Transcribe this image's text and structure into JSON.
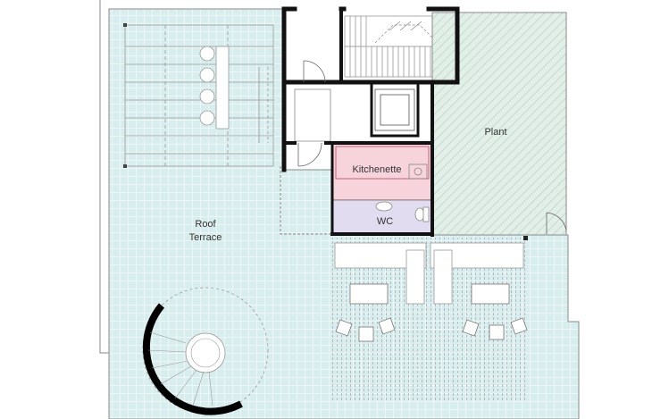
{
  "labels": {
    "roof_terrace_line1": "Roof",
    "roof_terrace_line2": "Terrace",
    "plant": "Plant",
    "kitchenette": "Kitchenette",
    "wc": "WC"
  },
  "colors": {
    "terrace_fill": "#d8eeee",
    "terrace_grid": "#ffffff",
    "plant_fill": "#e2efe8",
    "plant_hatch": "#c4d9cc",
    "kitchenette_fill": "#f7d3dc",
    "kitchenette_outline": "#c04565",
    "wc_fill": "#e2dcf0",
    "wall": "#111111",
    "line": "#8a8a8a"
  }
}
